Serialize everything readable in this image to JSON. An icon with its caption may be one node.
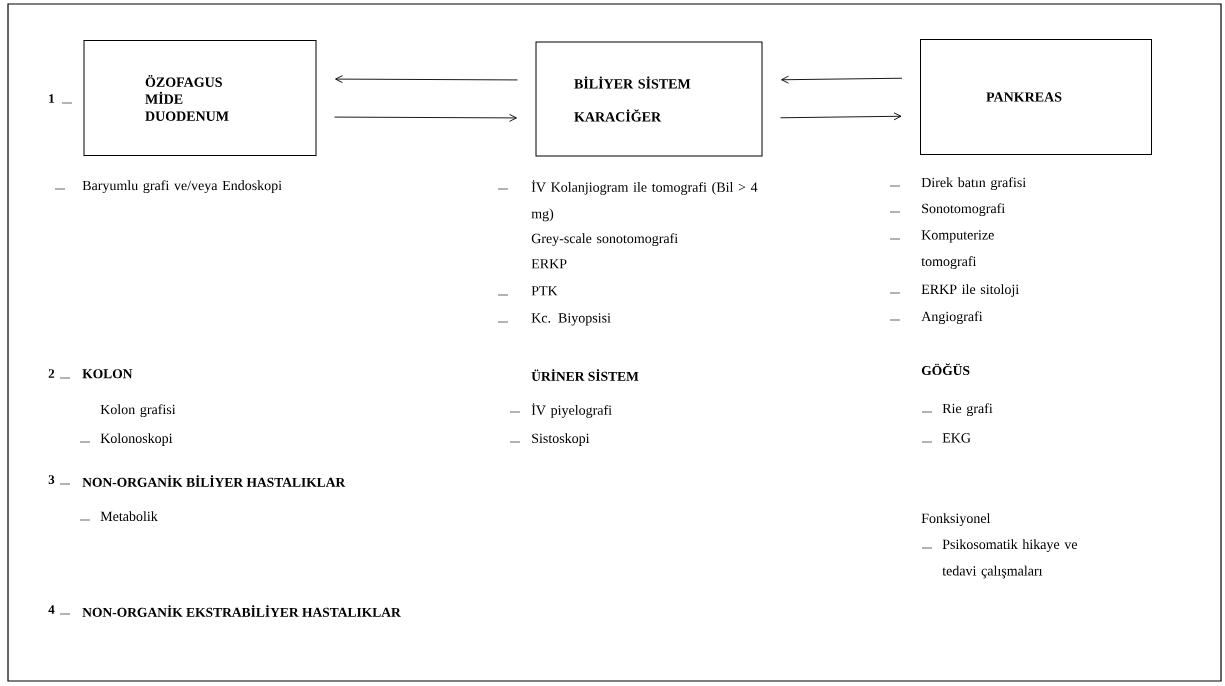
{
  "diagram": {
    "nodes": [
      {
        "text": [
          "ÖZOFAGUS MİDE DUODENUM"
        ]
      },
      {
        "text": [
          "BİLİYER SİSTEM",
          "KARACİĞER"
        ]
      },
      {
        "text": [
          "PANKREAS"
        ]
      }
    ],
    "edges": [
      {
        "from": 1,
        "to": 0,
        "arrow": "to"
      },
      {
        "from": 0,
        "to": 1,
        "arrow": "to"
      },
      {
        "from": 2,
        "to": 1,
        "arrow": "to"
      },
      {
        "from": 1,
        "to": 2,
        "arrow": "to"
      }
    ],
    "labels": [
      "1",
      "Baryumlu grafi ve/veya Endoskopi",
      "İV Kolanjiogram ile tomografi (Bil > 4 mg)",
      "Grey-scale sonotomografi",
      "ERKP",
      "PTK",
      "Kc. Biyopsisi",
      "Direk batın grafisi",
      "Sonotomografi",
      "Komputerize tomografi",
      "ERKP ile sitoloji",
      "Angiografi",
      "2",
      "KOLON",
      "ÜRİNER SİSTEM",
      "GÖĞÜS",
      "Kolon grafisi",
      "İV piyelografi",
      "Rie grafi",
      "Kolonoskopi",
      "Sistoskopi",
      "EKG",
      "3",
      "NON-ORGANİK BİLİYER HASTALIKLAR",
      "Metabolik",
      "Fonksiyonel",
      "Psikosomatik hikaye ve tedavi çalışmaları",
      "4",
      "NON-ORGANİK EKSTRABİLİYER HASTALIKLAR"
    ]
  }
}
